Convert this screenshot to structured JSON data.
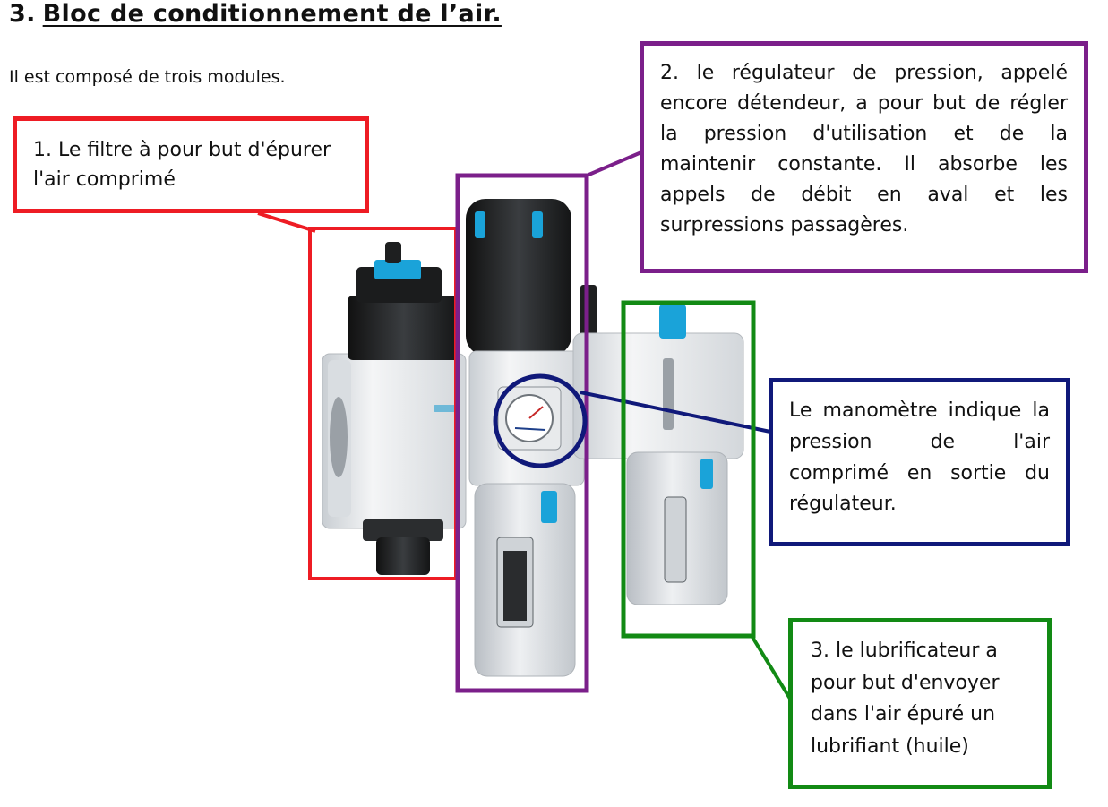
{
  "heading": {
    "number": "3.",
    "title": "Bloc de conditionnement de l’air."
  },
  "intro": "Il est composé de trois modules.",
  "callouts": {
    "filtre": "1. Le filtre à pour but d'épurer l'air comprimé",
    "regulateur": "2. le régulateur de pression, appelé encore détendeur, a pour but de régler la pression d'utilisation et de la maintenir constante. Il absorbe les appels de débit en aval et les surpressions passagères.",
    "manometre": "Le manomètre indique la pression de l'air comprimé en sortie du régulateur.",
    "lubrificateur": "3. le lubrificateur a pour but d'envoyer dans l'air épuré un lubrifiant (huile)"
  },
  "colors": {
    "filtre": "#ee1c24",
    "regulateur": "#7b1f8a",
    "manometre": "#10197a",
    "lubrificateur": "#128a14",
    "fitting_blue": "#1aa3d9",
    "housing_light": "#e6e9ec",
    "housing_dark": "#222426"
  }
}
